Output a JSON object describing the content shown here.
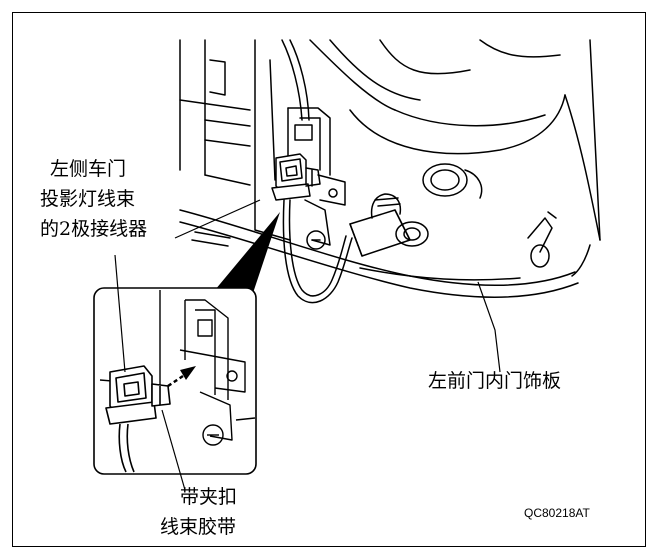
{
  "labels": {
    "connector_line1": "左侧车门",
    "connector_line2": "投影灯线束",
    "connector_line3": "的2极接线器",
    "trim_panel": "左前门内门饰板",
    "clip_line1": "带夹扣",
    "clip_line2": "线束胶带"
  },
  "figure_code": "QC80218AT"
}
